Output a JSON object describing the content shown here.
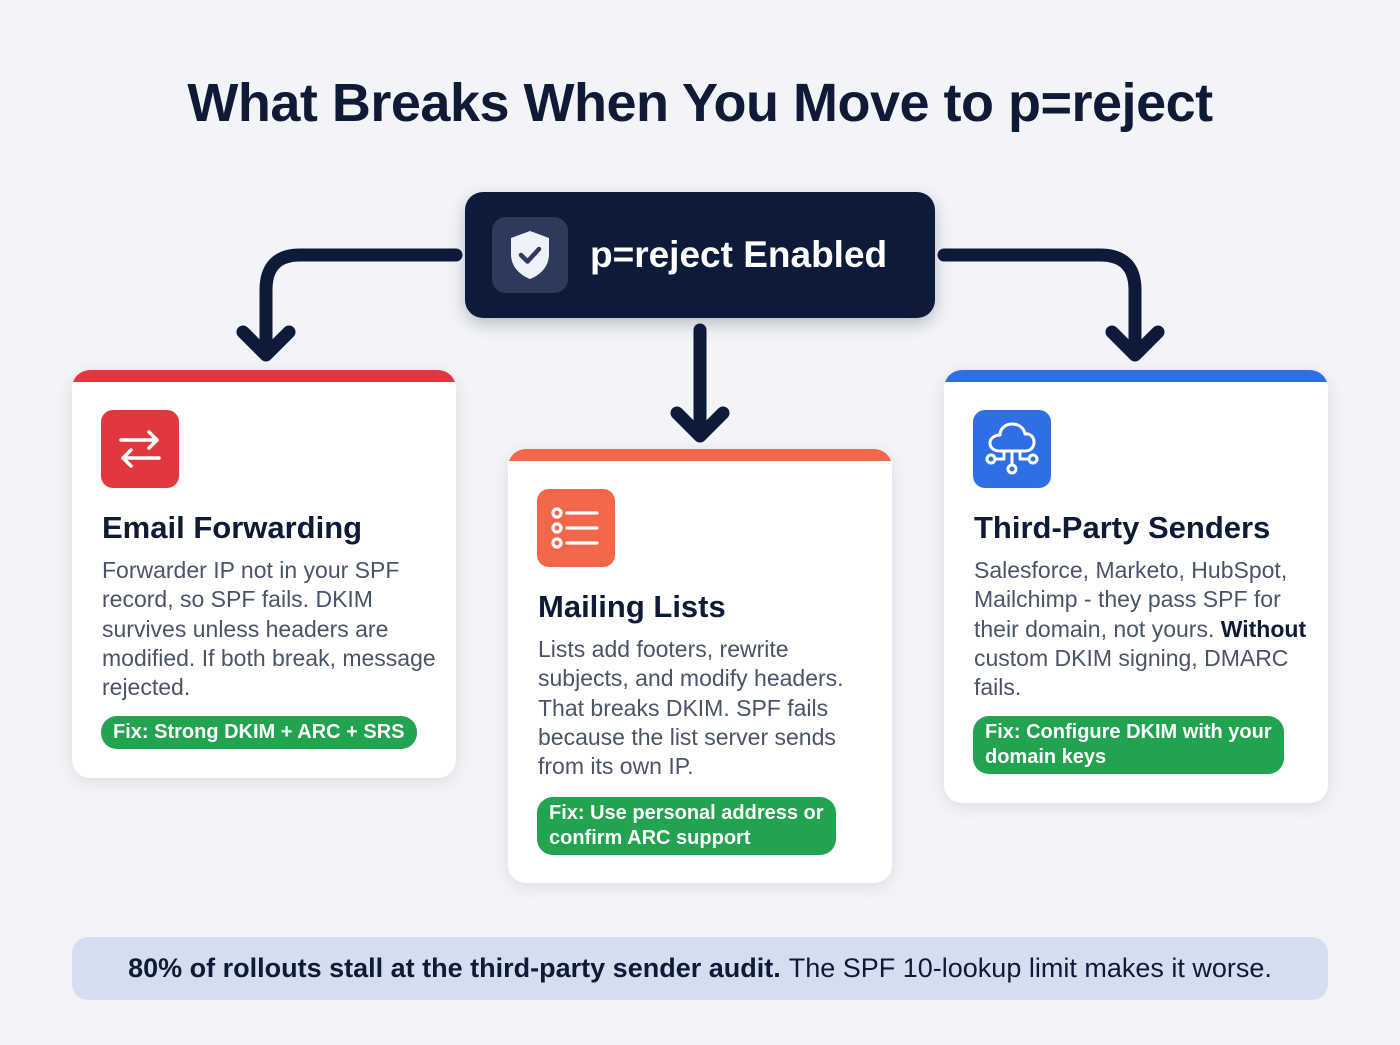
{
  "title": "What Breaks When You Move to p=reject",
  "root": {
    "label": "p=reject Enabled",
    "icon": "shield-check-icon",
    "colors": {
      "background": "#0e1a3a",
      "icon_bg": "#2d3a5c"
    }
  },
  "cards": [
    {
      "id": "email-forwarding",
      "heading": "Email Forwarding",
      "icon": "arrows-swap-icon",
      "accent": "#e0383e",
      "body": "Forwarder IP not in your SPF record, so SPF fails. DKIM survives unless headers are modified. If both break, message rejected.",
      "fix": "Fix: Strong DKIM + ARC + SRS"
    },
    {
      "id": "mailing-lists",
      "heading": "Mailing Lists",
      "icon": "list-icon",
      "accent": "#f2664a",
      "body": "Lists add footers, rewrite subjects, and modify headers. That breaks DKIM. SPF fails because the list server sends from its own IP.",
      "fix_line1": "Fix: Use personal address or",
      "fix_line2": "confirm ARC support"
    },
    {
      "id": "third-party-senders",
      "heading": "Third-Party Senders",
      "icon": "cloud-network-icon",
      "accent": "#2f6fe6",
      "body_prefix": "Salesforce, Marketo, HubSpot, Mailchimp - they pass SPF for their domain, not yours.",
      "body_bold": "Without",
      "body_suffix": "custom DKIM signing, DMARC fails.",
      "fix_line1": "Fix: Configure DKIM with your",
      "fix_line2": "domain keys"
    }
  ],
  "footer": {
    "bold": "80% of rollouts stall at the third-party sender audit.",
    "rest": "The SPF 10-lookup limit makes it worse."
  },
  "colors": {
    "page_bg": "#f2f4f8",
    "text_dark": "#0f1a36",
    "text_body": "#4a5468",
    "fix_green": "#22a34f",
    "footer_bg": "#d3dff0"
  }
}
